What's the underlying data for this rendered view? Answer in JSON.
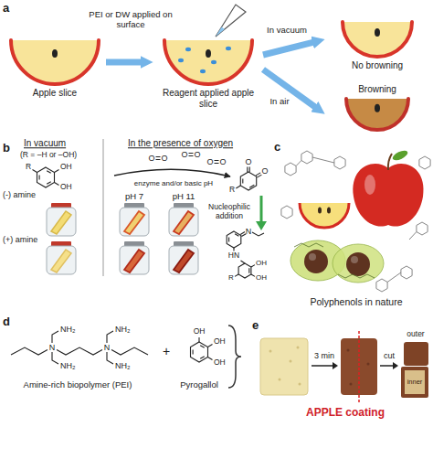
{
  "diagram": {
    "nodes": [
      {
        "text": [
          "Apple slice"
        ]
      },
      {
        "text": [
          "Reagent applied apple slice"
        ]
      },
      {
        "text": [
          "No browning"
        ]
      },
      {
        "text": [
          "Browning"
        ]
      }
    ],
    "edges": [
      {
        "from": 0,
        "to": 1,
        "arrow": "to",
        "label": "PEI or DW applied on surface"
      },
      {
        "from": 1,
        "to": 2,
        "arrow": "to",
        "label": "In vacuum"
      },
      {
        "from": 1,
        "to": 3,
        "arrow": "to",
        "label": "In air"
      }
    ],
    "labels": [
      "a",
      "b",
      "In vacuum",
      "(R = –H or –OH)",
      "OH",
      "OH",
      "R",
      "In the presence of oxygen",
      "O",
      "O",
      "O",
      "O",
      "O",
      "O",
      "enzyme and/or basic pH",
      "O",
      "O",
      "R",
      "pH 7",
      "pH 11",
      "(-) amine",
      "(+) amine",
      "Nucleophilic addition",
      "N",
      "HN",
      "OH",
      "OH",
      "R",
      "c",
      "Polyphenols in nature",
      "d",
      "NH₂",
      "NH₂",
      "NH₂",
      "NH₂",
      "N",
      "N",
      "+",
      "OH",
      "OH",
      "OH",
      "Amine-rich biopolymer (PEI)",
      "Pyrogallol",
      "e",
      "3 min",
      "cut",
      "outer",
      "inner",
      "APPLE coating"
    ]
  }
}
